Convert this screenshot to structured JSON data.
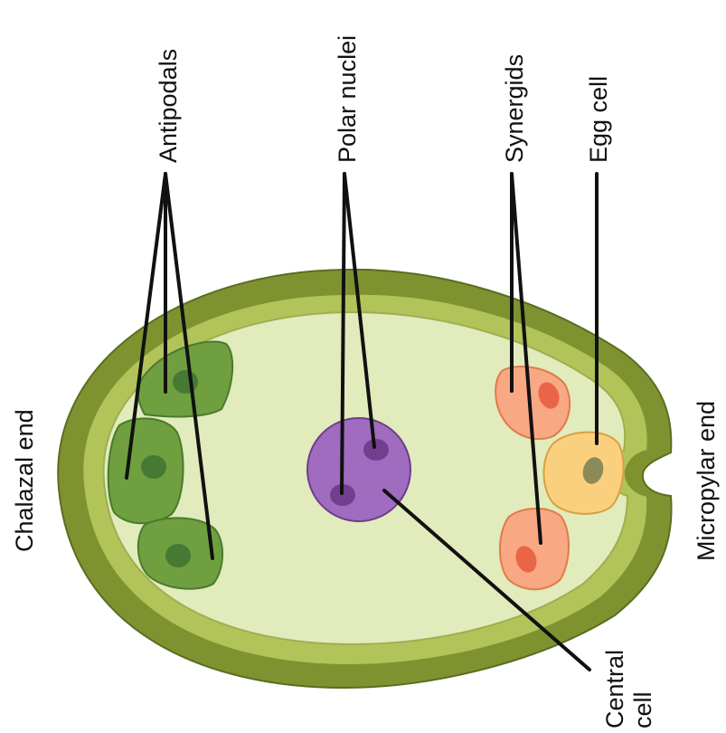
{
  "labels": {
    "antipodals": "Antipodals",
    "polar_nuclei": "Polar nuclei",
    "synergids": "Synergids",
    "egg_cell": "Egg cell",
    "chalazal_end": "Chalazal end",
    "micropylar_end": "Micropylar end",
    "central_cell_line1": "Central",
    "central_cell_line2": "cell"
  },
  "colors": {
    "integument_outer": "#7e9330",
    "integument_inner": "#b2c35a",
    "embryo_sac": "#e1ebbb",
    "antipodal_cell": "#6f9f3f",
    "antipodal_nucleus": "#467a34",
    "central_cell": "#a06cbf",
    "polar_nucleus": "#723f8e",
    "synergid_cell": "#f8a882",
    "synergid_nucleus": "#ea6548",
    "egg_cell": "#fad07e",
    "egg_nucleus": "#8c8a58",
    "leader_line": "#111111"
  }
}
